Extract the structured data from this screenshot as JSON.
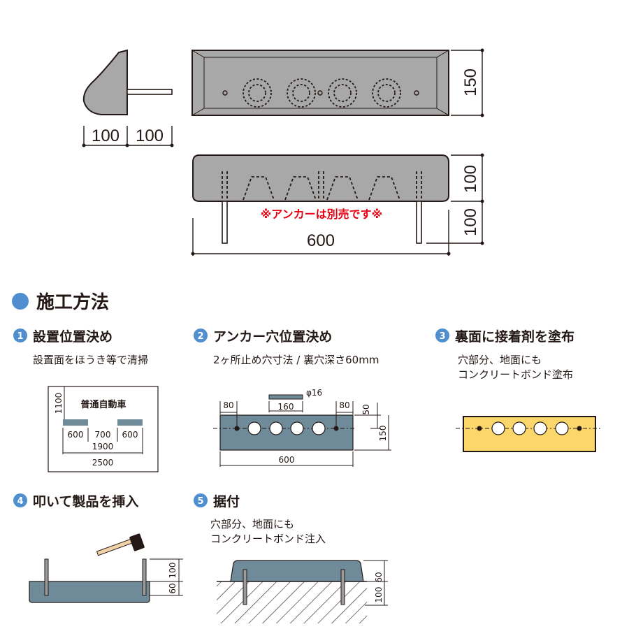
{
  "top_drawing": {
    "side_dims": [
      "100",
      "100"
    ],
    "height_dim": "150",
    "right_dims": [
      "100",
      "100"
    ],
    "width_dim": "600",
    "anchor_note": "※アンカーは別売です※"
  },
  "section": {
    "title": "施工方法"
  },
  "steps": [
    {
      "num": "1",
      "title": "設置位置決め",
      "desc": [
        "設置面をほうき等で清掃"
      ]
    },
    {
      "num": "2",
      "title": "アンカー穴位置決め",
      "desc": [
        "2ヶ所止め穴寸法 / 裏穴深さ60mm"
      ]
    },
    {
      "num": "3",
      "title": "裏面に接着剤を塗布",
      "desc": [
        "穴部分、地面にも",
        "コンクリートボンド塗布"
      ]
    },
    {
      "num": "4",
      "title": "叩いて製品を挿入",
      "desc": []
    },
    {
      "num": "5",
      "title": "据付",
      "desc": [
        "穴部分、地面にも",
        "コンクリートボンド注入"
      ]
    }
  ],
  "step1_diagram": {
    "label": "普通自動車",
    "height": "1100",
    "block_left": "600",
    "gap": "700",
    "block_right": "600",
    "inner": "1900",
    "outer": "2500"
  },
  "step2_diagram": {
    "phi": "φ16",
    "left_off": "80",
    "center": "160",
    "right_off": "80",
    "top_off": "50",
    "height": "150",
    "width": "600"
  },
  "step45_dims": {
    "a": "100",
    "b": "60"
  },
  "colors": {
    "gray": "#a8a8a8",
    "blue_gray": "#6f8a99",
    "yellow": "#fbd76b",
    "accent_blue": "#4f8fd0",
    "red": "#e60012"
  }
}
